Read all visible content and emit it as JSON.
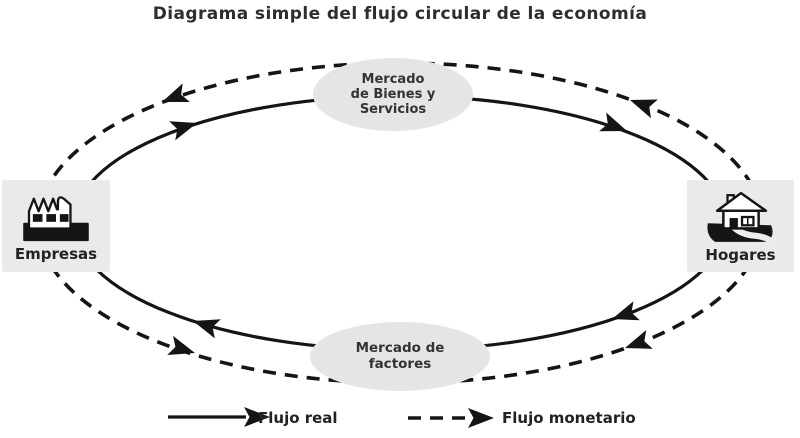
{
  "title": "Diagrama simple del flujo circular de la economía",
  "nodes": {
    "goods_market": {
      "label": "Mercado\nde Bienes y\nServicios"
    },
    "factor_market": {
      "label": "Mercado de\nfactores"
    },
    "firms": {
      "label": "Empresas",
      "icon": "factory-icon"
    },
    "households": {
      "label": "Hogares",
      "icon": "house-icon"
    }
  },
  "flows": {
    "real": {
      "label": "Flujo real",
      "line_style": "solid",
      "direction": "clockwise"
    },
    "monetary": {
      "label": "Flujo monetario",
      "line_style": "dashed",
      "direction": "counterclockwise"
    }
  },
  "colors": {
    "line": "#151515",
    "node_fill": "#e5e5e5",
    "box_fill": "#eaeaea",
    "background": "#ffffff",
    "text": "#2e2e2e"
  }
}
